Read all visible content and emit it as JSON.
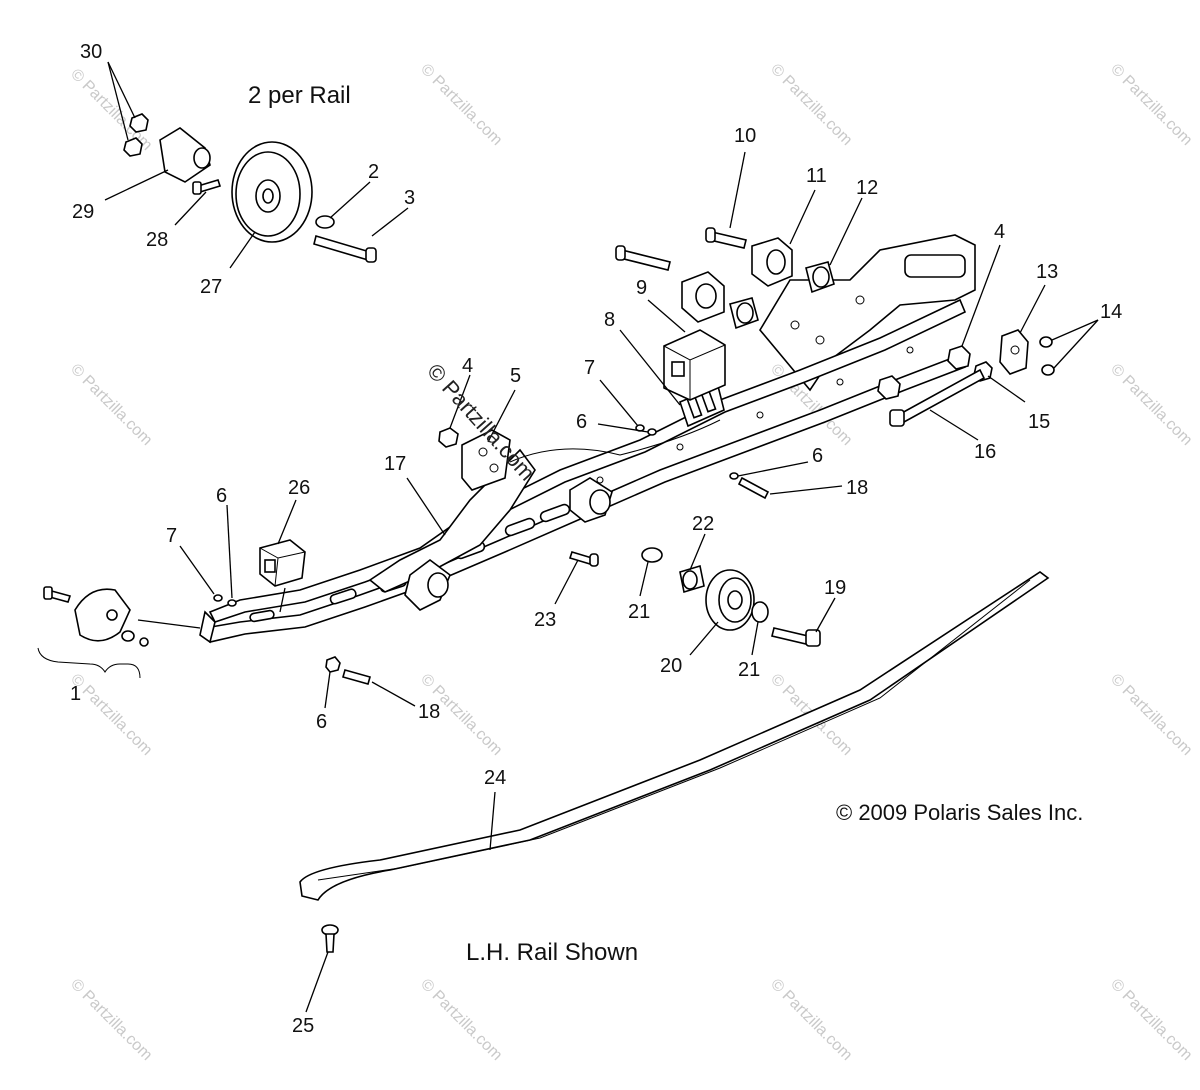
{
  "captions": {
    "per_rail": "2 per Rail",
    "copyright": "© 2009 Polaris Sales Inc.",
    "rail_shown": "L.H. Rail Shown"
  },
  "watermark": {
    "center_text": "© Partzilla.com",
    "repeat_text": "© Partzilla.com"
  },
  "callouts": {
    "c30": "30",
    "c2a": "2",
    "c3": "3",
    "c29": "29",
    "c28": "28",
    "c27": "27",
    "c10": "10",
    "c11": "11",
    "c12": "12",
    "c9": "9",
    "c4a": "4",
    "c13": "13",
    "c14": "14",
    "c8": "8",
    "c7a": "7",
    "c4b": "4",
    "c5": "5",
    "c6a": "6",
    "c15": "15",
    "c16": "16",
    "c17": "17",
    "c6b": "6",
    "c18a": "18",
    "c26": "26",
    "c7b": "7",
    "c6c": "6",
    "c22": "22",
    "c19": "19",
    "c23": "23",
    "c21a": "21",
    "c20": "20",
    "c21b": "21",
    "c1": "1",
    "c6d": "6",
    "c18b": "18",
    "c24": "24",
    "c25": "25"
  }
}
